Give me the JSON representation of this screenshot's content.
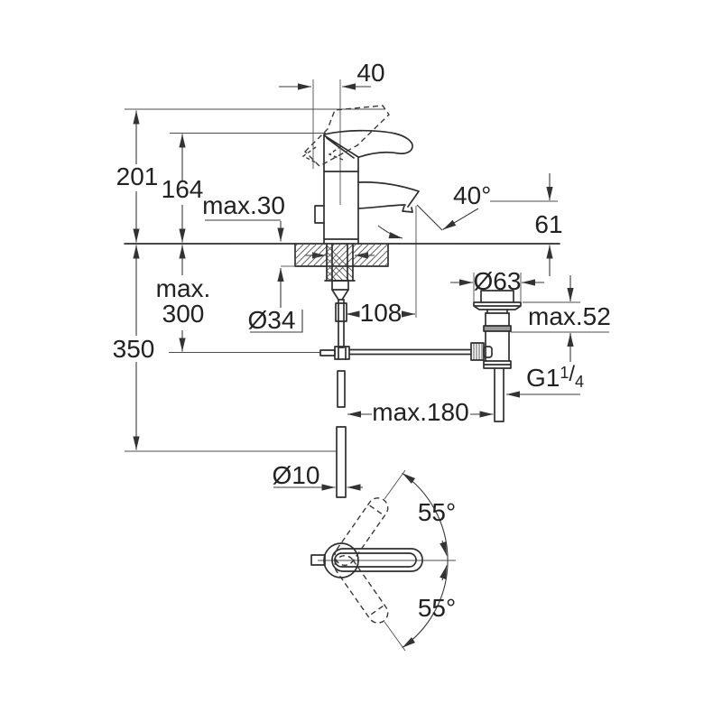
{
  "drawing": {
    "title": "single-lever-basin-mixer-dimension-drawing",
    "background": "#ffffff",
    "line_color": "#333333",
    "labels": {
      "handle_offset": "40",
      "total_height": "201",
      "body_height": "164",
      "deck_thickness_max": "max.30",
      "spout_angle": "40°",
      "spout_outlet_height": "61",
      "rod_max_line1": "max.",
      "rod_max_line2": "300",
      "hole_diameter": "Ø34",
      "spout_reach": "108",
      "waste_flange_diameter": "Ø63",
      "waste_height_max": "max.52",
      "rod_length": "350",
      "thread_prefix": "G1",
      "thread_sup": "1",
      "thread_slash": "/",
      "thread_sub": "4",
      "lever_reach_max": "max.180",
      "rod_diameter": "Ø10",
      "swing_angle_upper": "55°",
      "swing_angle_lower": "55°"
    }
  }
}
